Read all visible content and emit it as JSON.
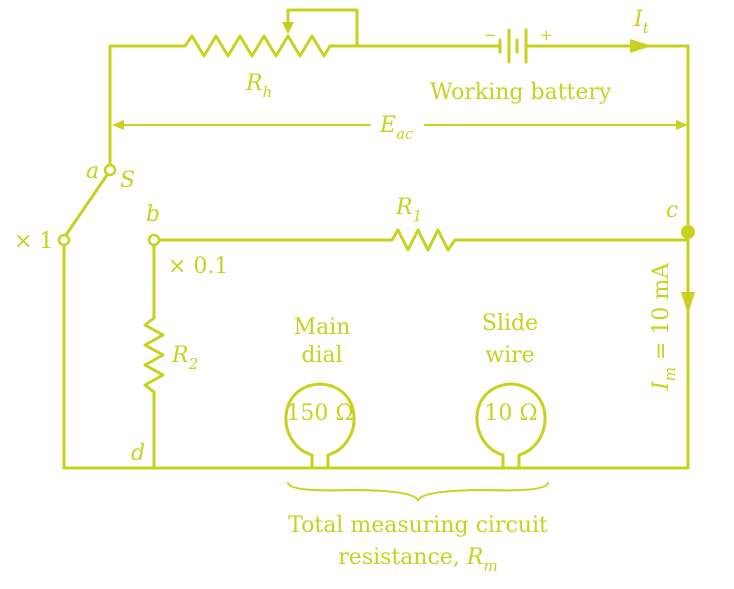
{
  "labels": {
    "rh": "R",
    "rh_sub": "h",
    "working_battery": "Working battery",
    "it": "I",
    "it_sub": "t",
    "battery_minus": "−",
    "battery_plus": "+",
    "eac": "E",
    "eac_sub": "ac",
    "node_a": "a",
    "switch_s": "S",
    "times1": "× 1",
    "node_b": "b",
    "times01": "× 0.1",
    "r1": "R",
    "r1_sub": "1",
    "node_c": "c",
    "r2": "R",
    "r2_sub": "2",
    "node_d": "d",
    "im": "I",
    "im_sub": "m",
    "im_value": " = 10 mA",
    "main_dial_line1": "Main",
    "main_dial_line2": "dial",
    "main_dial_value": "150 Ω",
    "slide_wire_line1": "Slide",
    "slide_wire_line2": "wire",
    "slide_wire_value": "10 Ω",
    "total_line1": "Total measuring circuit",
    "total_line2": "resistance, ",
    "rm": "R",
    "rm_sub": "m"
  },
  "colors": {
    "ink": "#c8d21e",
    "background": "#ffffff"
  }
}
